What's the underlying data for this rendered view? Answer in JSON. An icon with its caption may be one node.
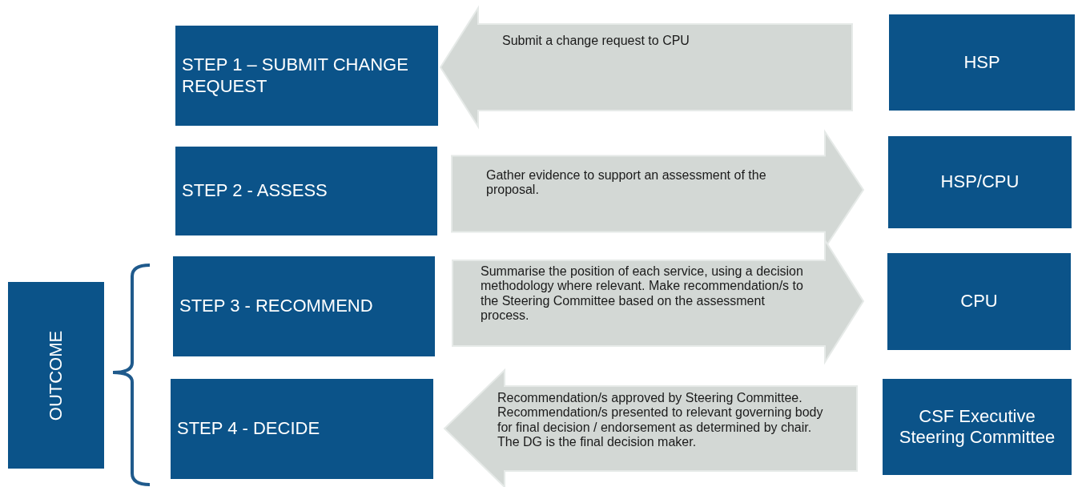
{
  "diagram": {
    "nodes": [
      {
        "text": [
          "STEP 1 – SUBMIT CHANGE REQUEST"
        ]
      },
      {
        "text": [
          "HSP"
        ]
      },
      {
        "text": [
          "STEP 2 - ASSESS"
        ]
      },
      {
        "text": [
          "HSP/CPU"
        ]
      },
      {
        "text": [
          "OUTCOME"
        ]
      },
      {
        "text": [
          "STEP 3 - RECOMMEND"
        ]
      },
      {
        "text": [
          "CPU"
        ]
      },
      {
        "text": [
          "STEP 4 - DECIDE"
        ]
      },
      {
        "text": [
          "CSF Executive Steering Committee"
        ]
      }
    ],
    "edges": [
      {
        "from": 1,
        "to": 0,
        "arrow": "to",
        "label": "Submit a change request to CPU"
      },
      {
        "from": 2,
        "to": 3,
        "arrow": "to",
        "label": "Gather evidence to support an assessment of the proposal."
      },
      {
        "from": 5,
        "to": 6,
        "arrow": "to",
        "label": "Summarise the position of each service, using a decision methodology where relevant. Make recommendation/s to the Steering Committee based on the assessment process."
      },
      {
        "from": 8,
        "to": 7,
        "arrow": "to",
        "label": "Recommendation/s approved by Steering Committee. Recommendation/s presented to relevant governing body for final decision / endorsement as determined by chair. The DG is the final decision maker."
      }
    ]
  }
}
